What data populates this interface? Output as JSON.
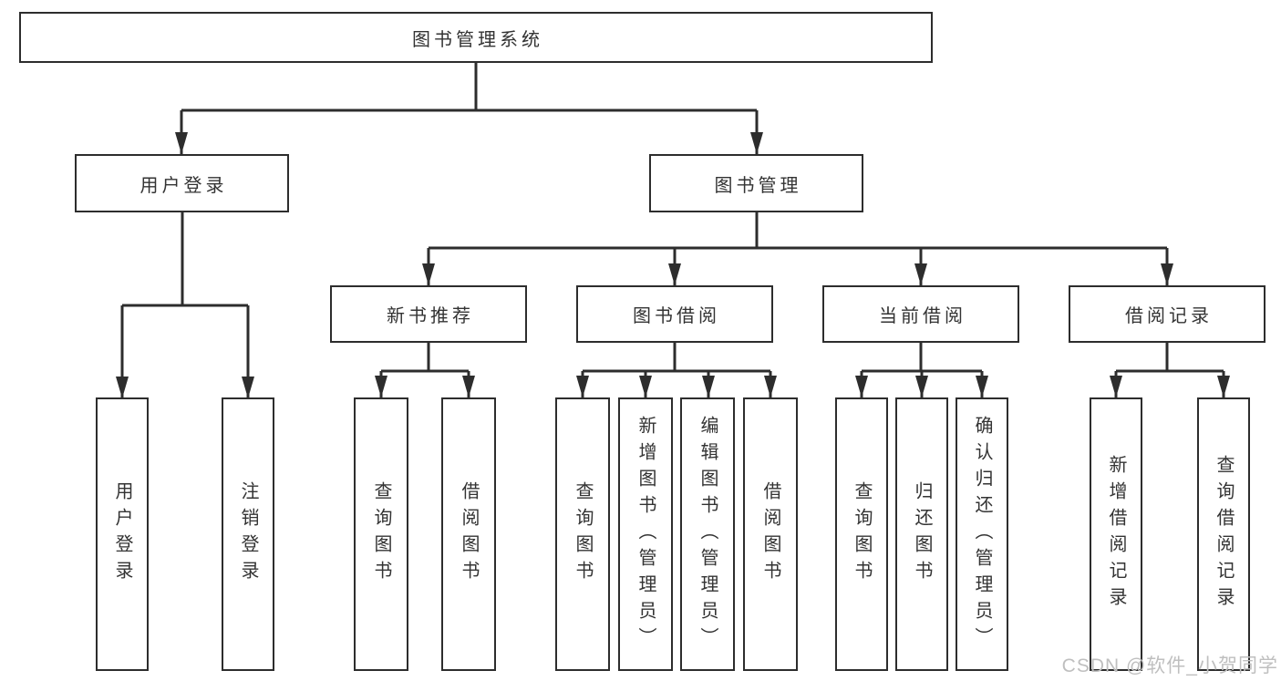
{
  "root": {
    "label": "图书管理系统"
  },
  "level2": [
    {
      "label": "用户登录"
    },
    {
      "label": "图书管理"
    }
  ],
  "level3": [
    {
      "label": "新书推荐"
    },
    {
      "label": "图书借阅"
    },
    {
      "label": "当前借阅"
    },
    {
      "label": "借阅记录"
    }
  ],
  "groups": {
    "user_login": [
      "用户登录",
      "注销登录"
    ],
    "new_books": [
      "查询图书",
      "借阅图书"
    ],
    "book_borrow": [
      "查询图书",
      "新增图书（管理员）",
      "编辑图书（管理员）",
      "借阅图书"
    ],
    "current_borrow": [
      "查询图书",
      "归还图书",
      "确认归还（管理员）"
    ],
    "borrow_records": [
      "新增借阅记录",
      "查询借阅记录"
    ]
  },
  "watermark": "CSDN @软件_小贺同学",
  "colors": {
    "line": "#2d2d2d",
    "text": "#333333",
    "watermark": "#bfbfbf",
    "background": "#ffffff"
  }
}
